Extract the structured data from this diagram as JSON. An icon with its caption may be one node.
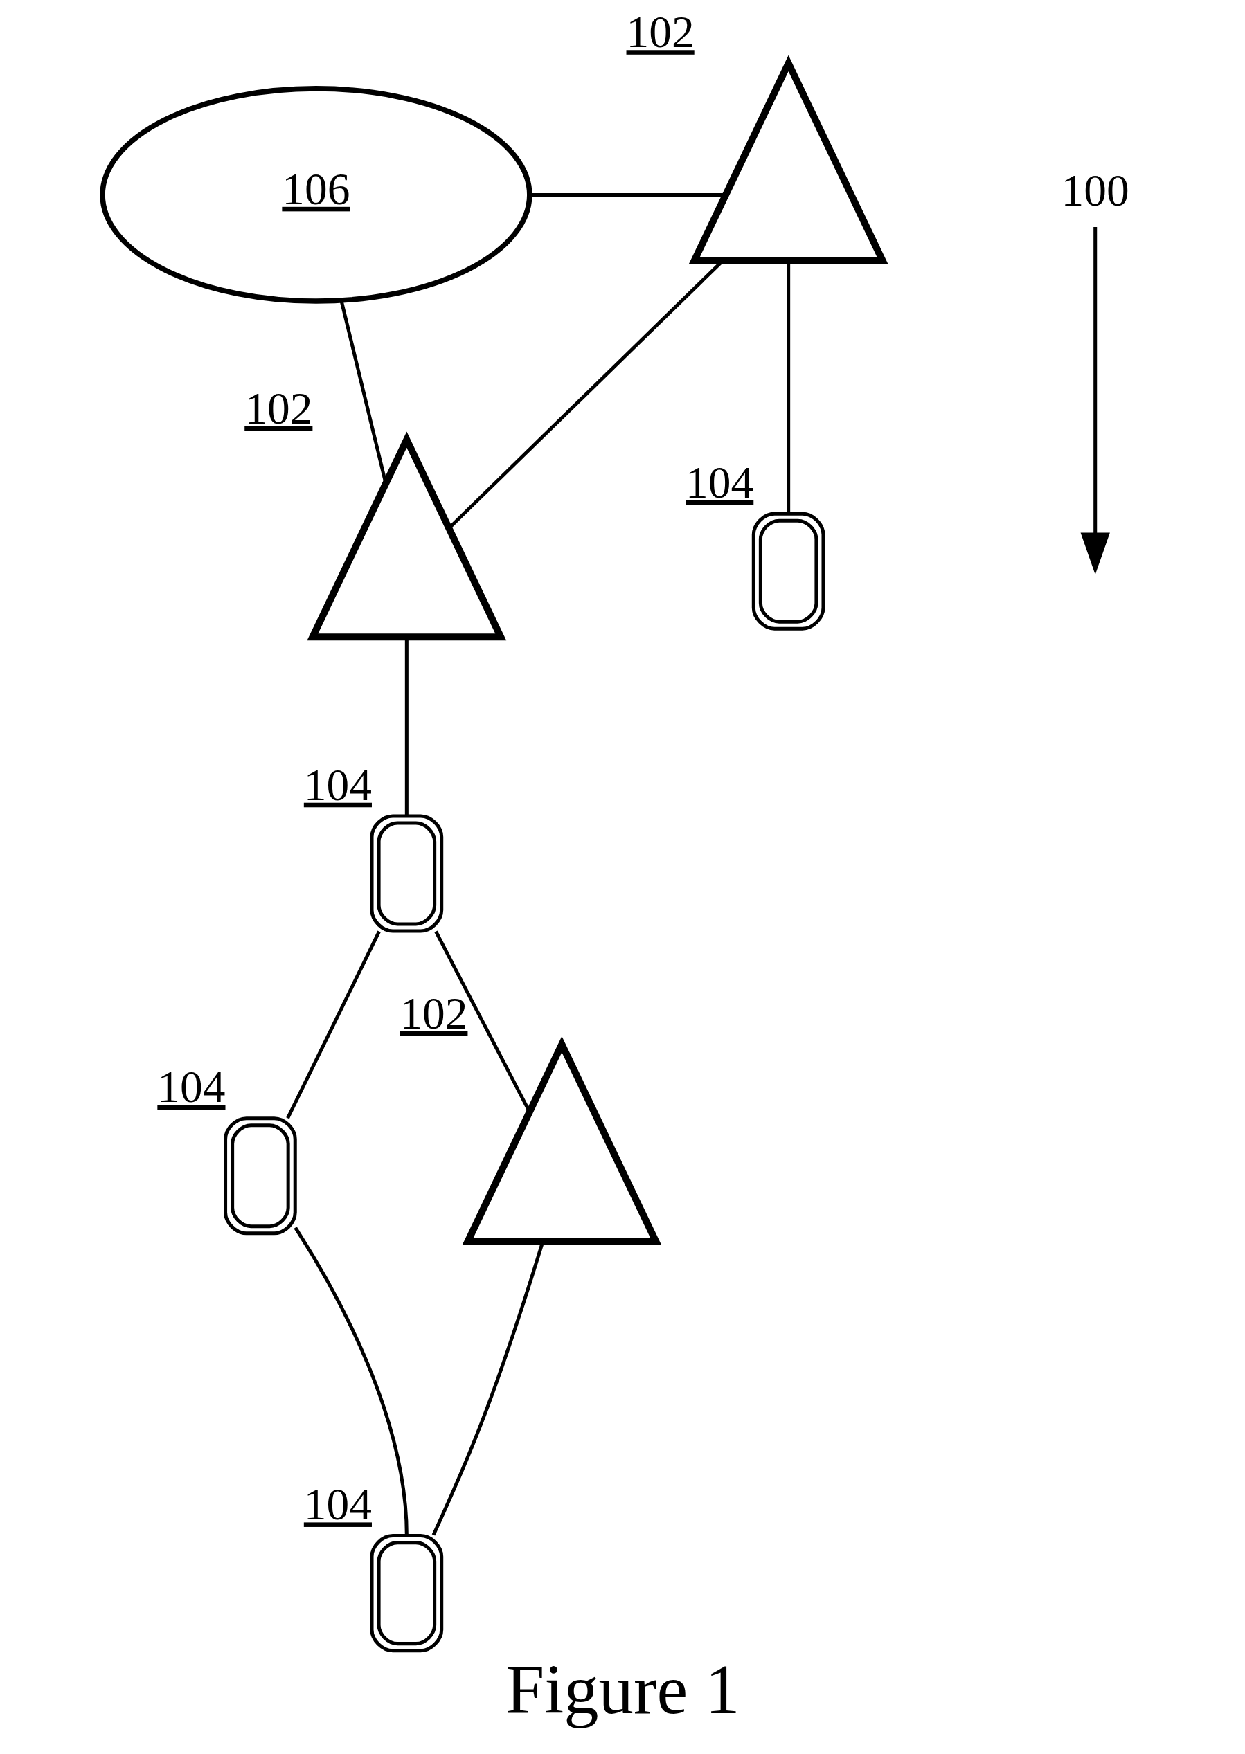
{
  "diagram": {
    "caption": "Figure 1",
    "nodes": [
      {
        "text": [
          "100"
        ]
      },
      {
        "text": [
          "106"
        ]
      },
      {
        "text": [],
        "shape": "picture",
        "beside": [
          "102"
        ]
      },
      {
        "text": [],
        "shape": "picture",
        "beside": [
          "102"
        ]
      },
      {
        "text": [],
        "shape": "picture",
        "beside": [
          "104"
        ]
      },
      {
        "text": [],
        "shape": "picture",
        "beside": [
          "104"
        ]
      },
      {
        "text": [],
        "shape": "picture",
        "beside": [
          "102"
        ]
      },
      {
        "text": [],
        "shape": "picture",
        "beside": [
          "104"
        ]
      },
      {
        "text": [],
        "shape": "picture",
        "beside": [
          "104"
        ]
      }
    ],
    "edges": [
      {
        "from": 0,
        "to": null,
        "arrow": "to"
      },
      {
        "from": 1,
        "to": 2,
        "arrow": "none"
      },
      {
        "from": 1,
        "to": 3,
        "arrow": "none"
      },
      {
        "from": 2,
        "to": 3,
        "arrow": "none"
      },
      {
        "from": 2,
        "to": 4,
        "arrow": "none"
      },
      {
        "from": 3,
        "to": 5,
        "arrow": "none"
      },
      {
        "from": 5,
        "to": 6,
        "arrow": "none"
      },
      {
        "from": 5,
        "to": 7,
        "arrow": "none"
      },
      {
        "from": 7,
        "to": 8,
        "arrow": "none"
      },
      {
        "from": 8,
        "to": 6,
        "arrow": "none"
      }
    ]
  }
}
